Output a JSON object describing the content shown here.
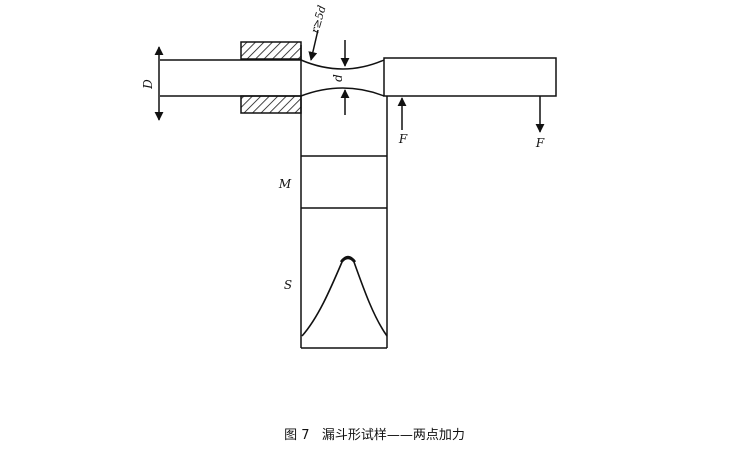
{
  "labels": {
    "diameter_large": "D",
    "diameter_neck": "d",
    "radius": "r≥5d",
    "force_1": "F",
    "force_2": "F",
    "section_m": "M",
    "section_s": "S"
  },
  "caption": "图 7   漏斗形试样——两点加力",
  "colors": {
    "ink": "#111111",
    "paper": "#ffffff"
  }
}
